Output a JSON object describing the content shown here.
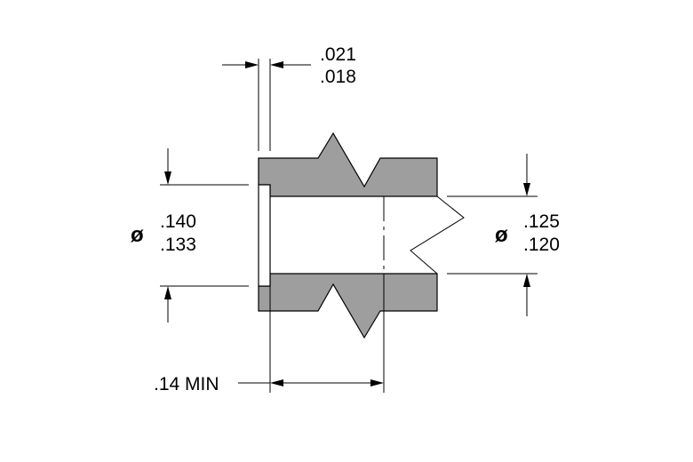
{
  "colors": {
    "material_fill": "#9e9e9e",
    "line": "#000000",
    "background": "#ffffff"
  },
  "dimensions": {
    "flange_thickness": {
      "max": ".021",
      "min": ".018"
    },
    "outer_diameter": {
      "symbol": "ø",
      "max": ".140",
      "min": ".133"
    },
    "bore_diameter": {
      "symbol": "ø",
      "max": ".125",
      "min": ".120"
    },
    "panel_thickness": {
      "label": ".14 MIN"
    }
  }
}
